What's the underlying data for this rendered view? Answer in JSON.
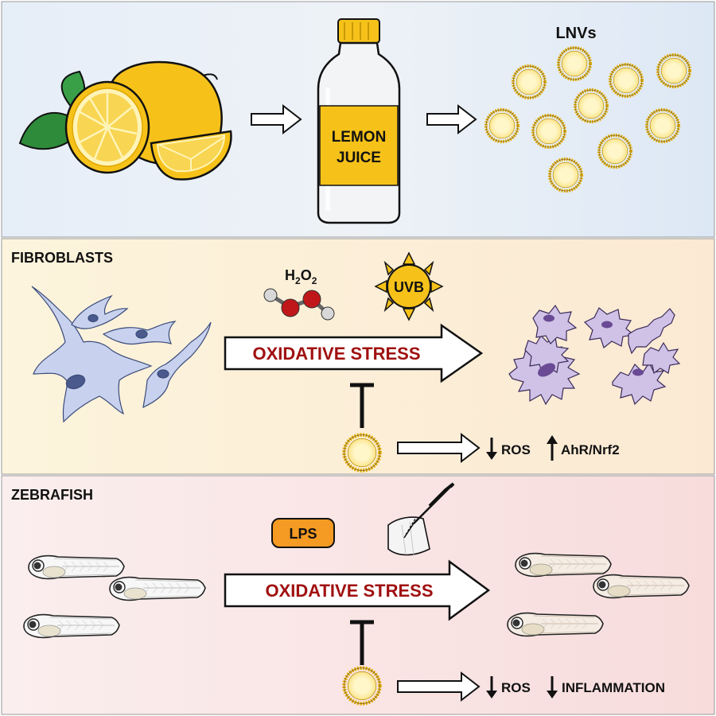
{
  "top": {
    "bottle_line1": "LEMON",
    "bottle_line2": "JUICE",
    "vesicles_label": "LNVs"
  },
  "fibroblasts": {
    "section_label": "FIBROBLASTS",
    "h2o2": {
      "base1": "H",
      "sub1": "2",
      "base2": "O",
      "sub2": "2"
    },
    "uvb_label": "UVB",
    "stress_label": "OXIDATIVE STRESS",
    "outcome_ros": "ROS",
    "outcome_2": "AhR/Nrf2"
  },
  "zebrafish": {
    "section_label": "ZEBRAFISH",
    "lps_label": "LPS",
    "stress_label": "OXIDATIVE STRESS",
    "outcome_ros": "ROS",
    "outcome_2": "INFLAMMATION"
  },
  "colors": {
    "stress_text": "#a01010",
    "lemon_yellow": "#f6c21a",
    "vesicle_rim": "#e6b200",
    "vesicle_core": "#fdf2b8",
    "lps_badge": "#f59a23",
    "healthy_cell": "#c8d2ee",
    "stressed_cell": "#cfc2e6"
  },
  "icons": [
    "lemon-icon",
    "bottle-icon",
    "vesicle-icon",
    "molecule-icon",
    "sun-icon",
    "scalpel-icon",
    "zebrafish-icon"
  ]
}
